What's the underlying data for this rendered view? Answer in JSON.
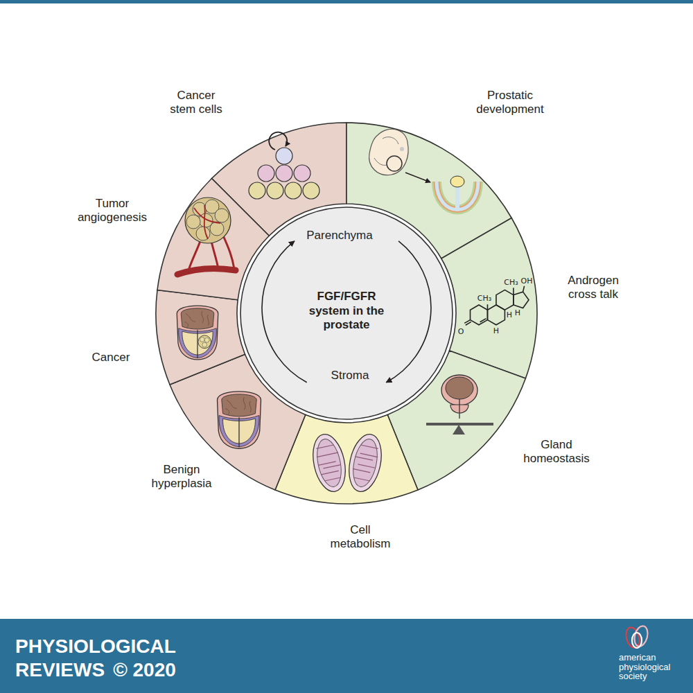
{
  "diagram": {
    "nodes": [
      {
        "text": [
          "Parenchyma",
          "FGF/FGFR system in the prostate",
          "Stroma"
        ]
      },
      {
        "text": [
          "Cancer stem cells"
        ]
      },
      {
        "text": [
          "Prostatic development"
        ]
      },
      {
        "text": [
          "Tumor angiogenesis"
        ]
      },
      {
        "text": [
          "Androgen cross talk"
        ]
      },
      {
        "text": [
          "Cancer"
        ]
      },
      {
        "text": [
          "Gland homeostasis"
        ]
      },
      {
        "text": [
          "Benign hyperplasia"
        ]
      },
      {
        "text": [
          "Cell metabolism"
        ]
      }
    ],
    "labels": [
      "OH",
      "CH₃",
      "CH₃",
      "H",
      "H",
      "H",
      "O",
      "PHYSIOLOGICAL",
      "REVIEWS",
      "© 2020",
      "american physiological society"
    ]
  }
}
